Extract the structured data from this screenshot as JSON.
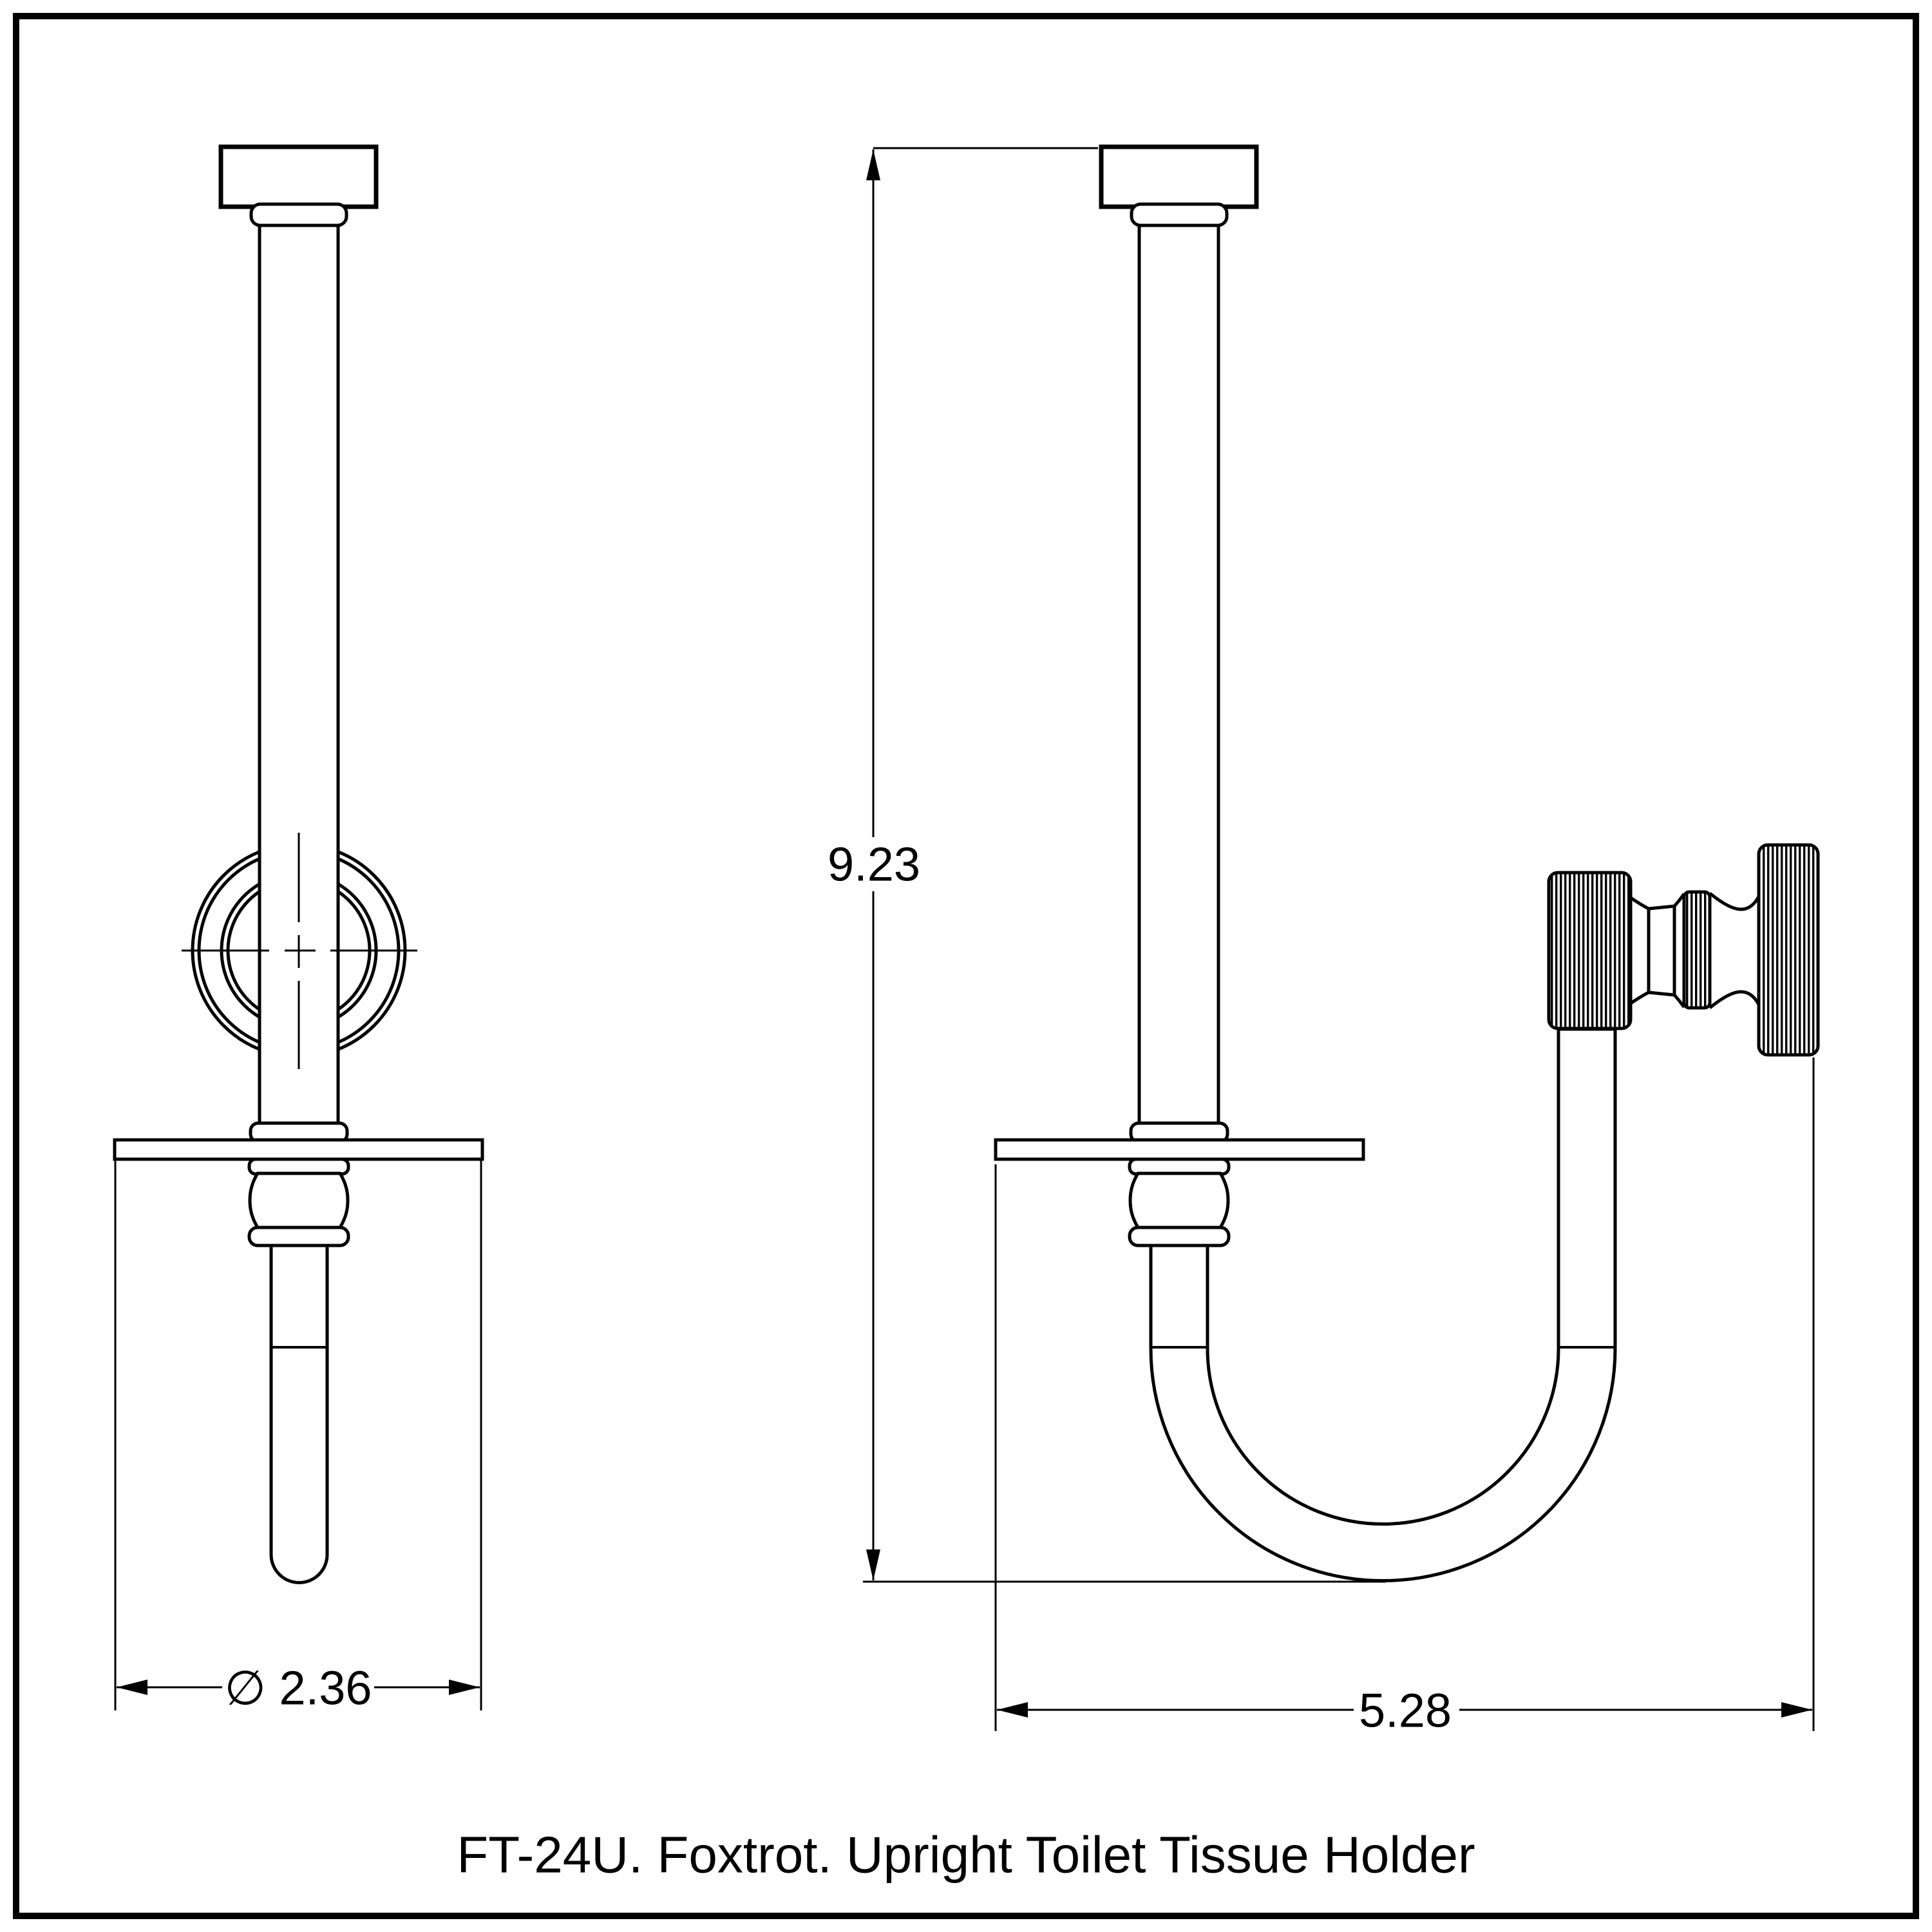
{
  "page": {
    "background_color": "#ffffff",
    "line_color": "#000000",
    "border_color": "#000000"
  },
  "caption": "FT-24U. Foxtrot. Upright Toilet Tissue Holder",
  "dimensions": {
    "diameter": "∅ 2.36",
    "height": "9.23",
    "width": "5.28"
  }
}
